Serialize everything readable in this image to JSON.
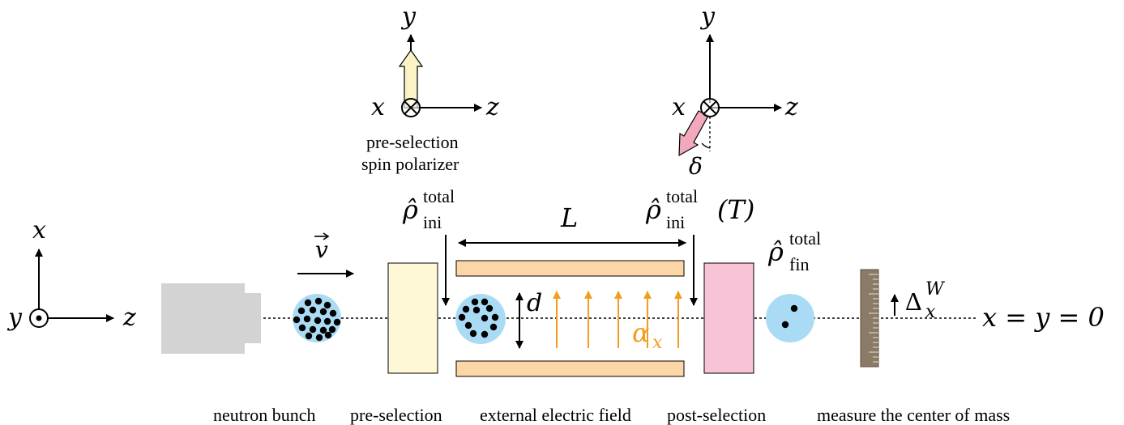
{
  "axes": {
    "left": {
      "x": "x",
      "y": "y",
      "z": "z"
    },
    "pre": {
      "x": "x",
      "y": "y",
      "z": "z"
    },
    "post": {
      "x": "x",
      "y": "y",
      "z": "z",
      "angle": "δ"
    }
  },
  "labels": {
    "pre_selection_line1": "pre-selection",
    "pre_selection_line2": "spin polarizer",
    "velocity": "v",
    "rho_ini_base": "ρ̂",
    "rho_ini_sup": "total",
    "rho_ini_sub": "ini",
    "rho_iniT_base": "ρ̂",
    "rho_iniT_sup": "total",
    "rho_iniT_sub": "ini",
    "rho_iniT_arg": "(T)",
    "rho_fin_base": "ρ̂",
    "rho_fin_sup": "total",
    "rho_fin_sub": "fin",
    "length": "L",
    "gap": "d",
    "alpha": "α",
    "alpha_sub": "x",
    "delta_base": "Δ",
    "delta_sup": "W",
    "delta_sub": "x",
    "origin_line": "x = y = 0"
  },
  "captions": [
    "neutron bunch",
    "pre-selection",
    "external electric field",
    "post-selection",
    "measure the center of mass"
  ],
  "colors": {
    "source_gray": "#d3d3d3",
    "bunch_blue": "#a9dcf4",
    "pre_box": "#fff8d6",
    "post_box": "#f8c3d6",
    "plate": "#fbd6a6",
    "field_orange": "#f39c1e",
    "pink_arrow": "#f1a9bb",
    "yellow_arrow": "#fbf3c6",
    "ruler": "#8a7a66"
  }
}
